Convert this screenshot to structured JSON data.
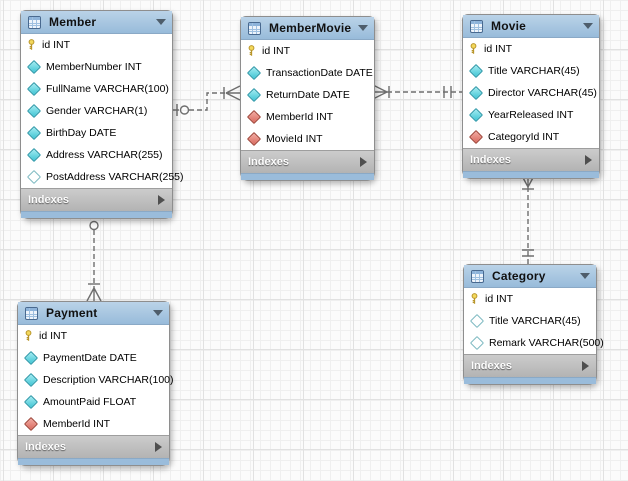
{
  "tables": [
    {
      "title": "Member",
      "indexes_label": "Indexes",
      "fields": [
        {
          "icon": "primary-key",
          "label": "id INT"
        },
        {
          "icon": "column-notnull",
          "label": "MemberNumber INT"
        },
        {
          "icon": "column-notnull",
          "label": "FullName VARCHAR(100)"
        },
        {
          "icon": "column-notnull",
          "label": "Gender VARCHAR(1)"
        },
        {
          "icon": "column-notnull",
          "label": "BirthDay DATE"
        },
        {
          "icon": "column-notnull",
          "label": "Address VARCHAR(255)"
        },
        {
          "icon": "column-nullable",
          "label": "PostAddress VARCHAR(255)"
        }
      ]
    },
    {
      "title": "MemberMovie",
      "indexes_label": "Indexes",
      "fields": [
        {
          "icon": "primary-key",
          "label": "id INT"
        },
        {
          "icon": "column-notnull",
          "label": "TransactionDate DATE"
        },
        {
          "icon": "column-notnull",
          "label": "ReturnDate DATE"
        },
        {
          "icon": "foreign-key",
          "label": "MemberId INT"
        },
        {
          "icon": "foreign-key",
          "label": "MovieId INT"
        }
      ]
    },
    {
      "title": "Movie",
      "indexes_label": "Indexes",
      "fields": [
        {
          "icon": "primary-key",
          "label": "id INT"
        },
        {
          "icon": "column-notnull",
          "label": "Title VARCHAR(45)"
        },
        {
          "icon": "column-notnull",
          "label": "Director VARCHAR(45)"
        },
        {
          "icon": "column-notnull",
          "label": "YearReleased INT"
        },
        {
          "icon": "foreign-key",
          "label": "CategoryId INT"
        }
      ]
    },
    {
      "title": "Payment",
      "indexes_label": "Indexes",
      "fields": [
        {
          "icon": "primary-key",
          "label": "id INT"
        },
        {
          "icon": "column-notnull",
          "label": "PaymentDate DATE"
        },
        {
          "icon": "column-notnull",
          "label": "Description VARCHAR(100)"
        },
        {
          "icon": "column-notnull",
          "label": "AmountPaid FLOAT"
        },
        {
          "icon": "foreign-key",
          "label": "MemberId INT"
        }
      ]
    },
    {
      "title": "Category",
      "indexes_label": "Indexes",
      "fields": [
        {
          "icon": "primary-key",
          "label": "id INT"
        },
        {
          "icon": "column-nullable",
          "label": "Title VARCHAR(45)"
        },
        {
          "icon": "column-nullable",
          "label": "Remark VARCHAR(500)"
        }
      ]
    }
  ],
  "relationships": [
    {
      "from_table": "Member",
      "to_table": "MemberMovie",
      "from_end": "zero-or-one (bar + circle)",
      "to_end": "many (bar + crow's foot)",
      "line_style": "dashed"
    },
    {
      "from_table": "Movie",
      "to_table": "MemberMovie",
      "from_end": "exactly-one (double bar)",
      "to_end": "many (bar + crow's foot)",
      "line_style": "dashed"
    },
    {
      "from_table": "Category",
      "to_table": "Movie",
      "from_end": "exactly-one (double bar)",
      "to_end": "many (bar + crow's foot)",
      "line_style": "dashed"
    },
    {
      "from_table": "Member",
      "to_table": "Payment",
      "from_end": "zero-or-one (bar + circle)",
      "to_end": "many (bar + crow's foot)",
      "line_style": "dashed"
    }
  ],
  "colors": {
    "table_header_blue": "#9abcdb",
    "indexes_bar_gray": "#bcbcbc",
    "primary_key_yellow": "#f3d85c",
    "notnull_column_cyan": "#3fc4d3",
    "foreign_key_red": "#d96a5e",
    "relationship_line_gray": "#6e6e6e",
    "canvas_background": "#fbfbfb"
  }
}
